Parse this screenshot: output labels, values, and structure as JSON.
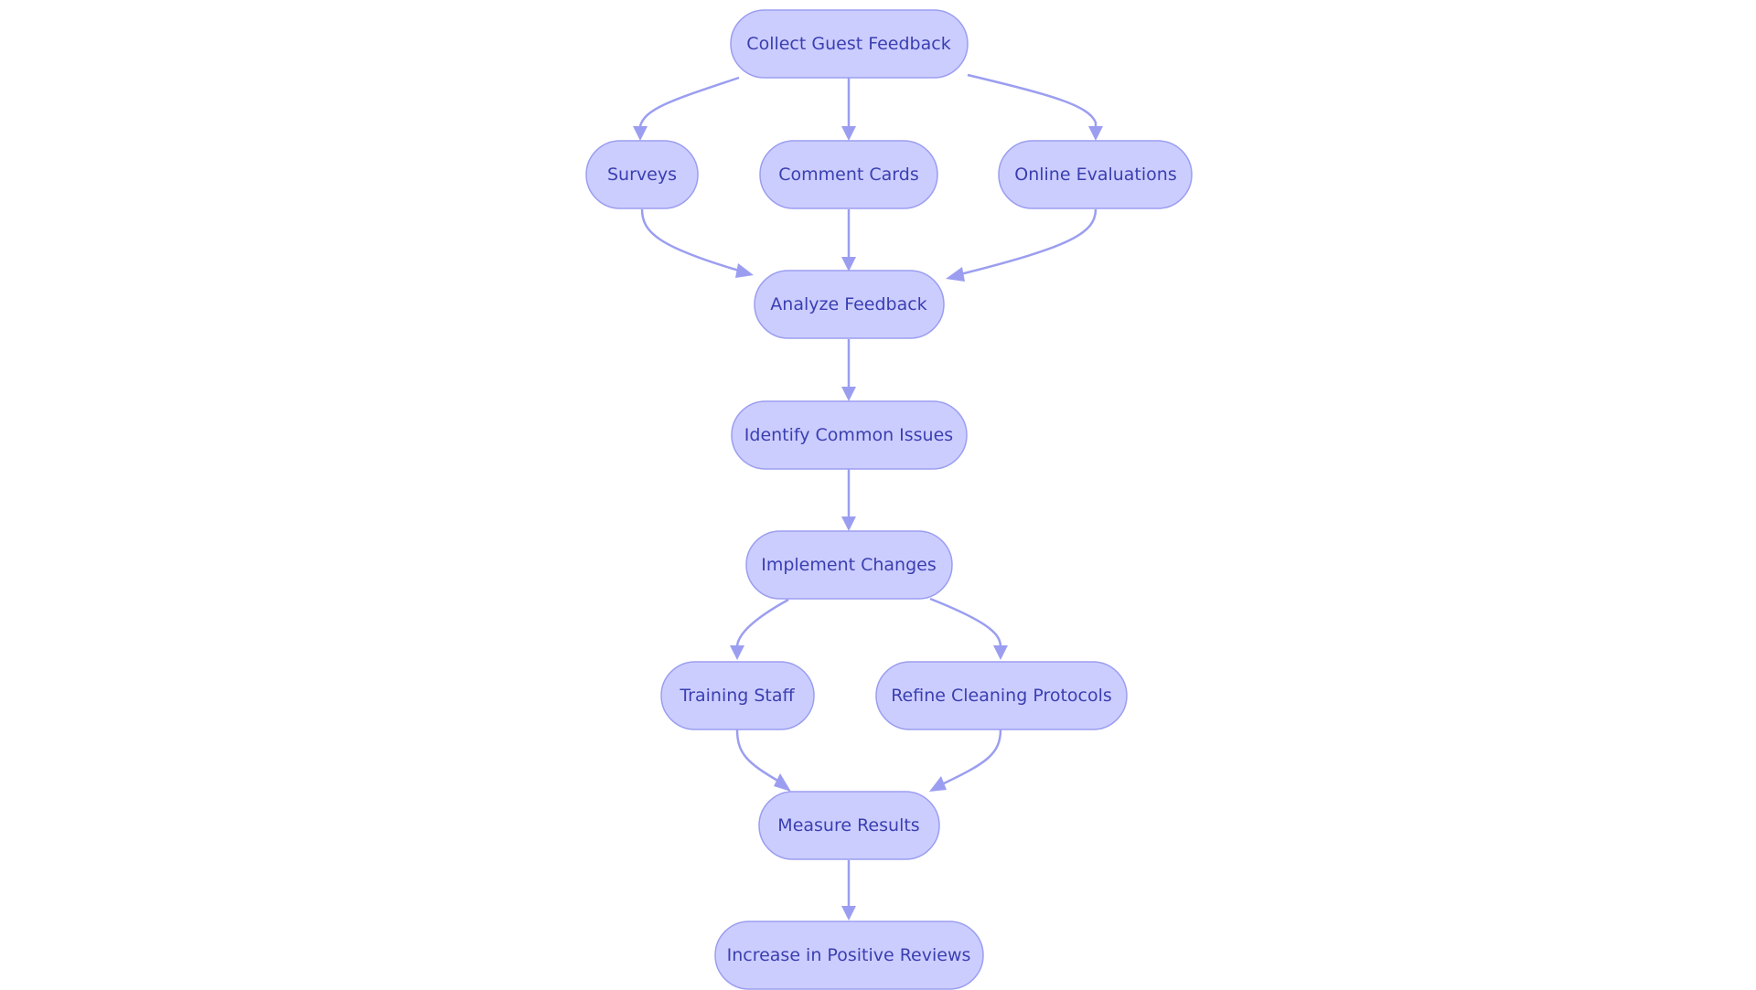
{
  "diagram": {
    "nodes": [
      {
        "id": "collect",
        "label": "Collect Guest Feedback"
      },
      {
        "id": "surveys",
        "label": "Surveys"
      },
      {
        "id": "comment",
        "label": "Comment Cards"
      },
      {
        "id": "online",
        "label": "Online Evaluations"
      },
      {
        "id": "analyze",
        "label": "Analyze Feedback"
      },
      {
        "id": "identify",
        "label": "Identify Common Issues"
      },
      {
        "id": "implement",
        "label": "Implement Changes"
      },
      {
        "id": "training",
        "label": "Training Staff"
      },
      {
        "id": "refine",
        "label": "Refine Cleaning Protocols"
      },
      {
        "id": "measure",
        "label": "Measure Results"
      },
      {
        "id": "increase",
        "label": "Increase in Positive Reviews"
      }
    ],
    "edges": [
      {
        "from": "collect",
        "to": "surveys"
      },
      {
        "from": "collect",
        "to": "comment"
      },
      {
        "from": "collect",
        "to": "online"
      },
      {
        "from": "surveys",
        "to": "analyze"
      },
      {
        "from": "comment",
        "to": "analyze"
      },
      {
        "from": "online",
        "to": "analyze"
      },
      {
        "from": "analyze",
        "to": "identify"
      },
      {
        "from": "identify",
        "to": "implement"
      },
      {
        "from": "implement",
        "to": "training"
      },
      {
        "from": "implement",
        "to": "refine"
      },
      {
        "from": "training",
        "to": "measure"
      },
      {
        "from": "refine",
        "to": "measure"
      },
      {
        "from": "measure",
        "to": "increase"
      }
    ]
  }
}
